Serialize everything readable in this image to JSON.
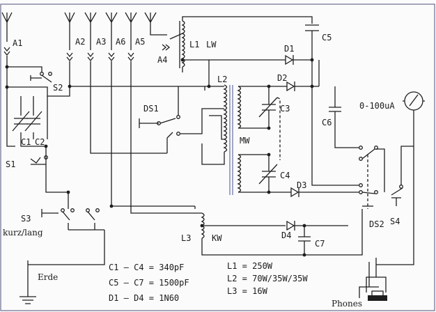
{
  "antennas": {
    "a1": "A1",
    "a2": "A2",
    "a3": "A3",
    "a6": "A6",
    "a5": "A5",
    "a4": "A4"
  },
  "coils": {
    "l1": "L1",
    "lw": "LW",
    "l2": "L2",
    "mw": "MW",
    "l3": "L3",
    "kw": "KW"
  },
  "capacitors": {
    "c1": "C1",
    "c2": "C2",
    "c3": "C3",
    "c4": "C4",
    "c5": "C5",
    "c6": "C6",
    "c7": "C7"
  },
  "diodes": {
    "d1": "D1",
    "d2": "D2",
    "d3": "D3",
    "d4": "D4"
  },
  "switches": {
    "s1": "S1",
    "s2": "S2",
    "s3": "S3",
    "s3_mode": "kurz/lang",
    "s4": "S4",
    "ds1": "DS1",
    "ds2": "DS2"
  },
  "meter": {
    "range": "0-100uA"
  },
  "ground": {
    "label": "Erde"
  },
  "output": {
    "label": "Phones"
  },
  "parts_list": {
    "c1_c4": "C1 – C4 = 340pF",
    "c5_c7": "C5 – C7 = 1500pF",
    "d1_d4": "D1 – D4 = 1N60",
    "l1": "L1 = 250W",
    "l2": "L2 = 70W/35W/35W",
    "l3": "L3 = 16W"
  }
}
